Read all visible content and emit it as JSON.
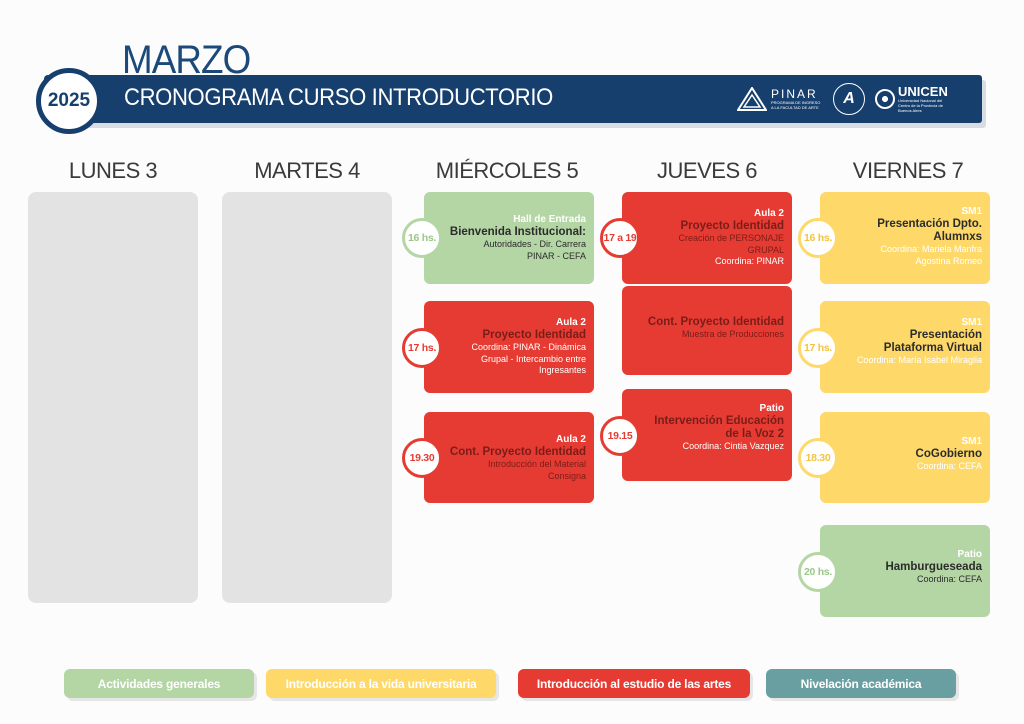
{
  "header": {
    "month": "MARZO",
    "year": "2025",
    "title": "CRONOGRAMA CURSO INTRODUCTORIO",
    "logo_pinar_name": "PINAR",
    "logo_pinar_sub": "PROGRAMA DE INGRESO A LA FACULTAD DE ARTE",
    "logo_seal_letter": "A",
    "logo_unicen_name": "UNICEN",
    "logo_unicen_sub": "Universidad Nacional del Centro de la Provincia de Buenos Aires"
  },
  "days": [
    "LUNES 3",
    "MARTES 4",
    "MIÉRCOLES 5",
    "JUEVES 6",
    "VIERNES 7"
  ],
  "events": {
    "mie1": {
      "time": "16 hs.",
      "room": "Hall de Entrada",
      "title": "Bienvenida Institucional:",
      "details": [
        "Autoridades - Dir. Carrera",
        "PINAR - CEFA"
      ]
    },
    "mie2": {
      "time": "17 hs.",
      "room": "Aula 2",
      "title": "Proyecto Identidad",
      "details": [
        "Coordina: PINAR - Dinámica",
        "Grupal - Intercambio entre",
        "Ingresantes"
      ]
    },
    "mie3": {
      "time": "19.30",
      "room": "Aula 2",
      "title": "Cont. Proyecto Identidad",
      "details": [
        "Introducción del Material",
        "Consigna"
      ]
    },
    "jue1": {
      "time": "17 a 19",
      "room": "Aula 2",
      "title": "Proyecto Identidad",
      "details": [
        "Creación de PERSONAJE",
        "GRUPAL",
        "Coordina: PINAR"
      ]
    },
    "jue2": {
      "title": "Cont. Proyecto Identidad",
      "details": [
        "Muestra de Producciones"
      ]
    },
    "jue3": {
      "time": "19.15",
      "room": "Patio",
      "title": "Intervención Educación de la Voz 2",
      "details": [
        "Coordina: Cintia Vazquez"
      ]
    },
    "vie1": {
      "time": "16 hs.",
      "room": "SM1",
      "title": "Presentación Dpto. Alumnxs",
      "details": [
        "Coordina: Mariela Manfra",
        "Agostina Romeo"
      ]
    },
    "vie2": {
      "time": "17 hs.",
      "room": "SM1",
      "title": "Presentación Plataforma Virtual",
      "details": [
        "Coordina: María Isabel Miraglia"
      ]
    },
    "vie3": {
      "time": "18.30",
      "room": "SM1",
      "title": "CoGobierno",
      "details": [
        "Coordina: CEFA"
      ]
    },
    "vie4": {
      "time": "20 hs.",
      "room": "Patio",
      "title": "Hamburgueseada",
      "details": [
        "Coordina: CEFA"
      ]
    }
  },
  "legend": [
    {
      "label": "Actividades generales",
      "color": "#b3d6a4"
    },
    {
      "label": "Introducción a la vida universitaria",
      "color": "#fed96a"
    },
    {
      "label": "Introducción al estudio de las artes",
      "color": "#e63b32"
    },
    {
      "label": "Nivelación académica",
      "color": "#6a9fa2"
    }
  ]
}
